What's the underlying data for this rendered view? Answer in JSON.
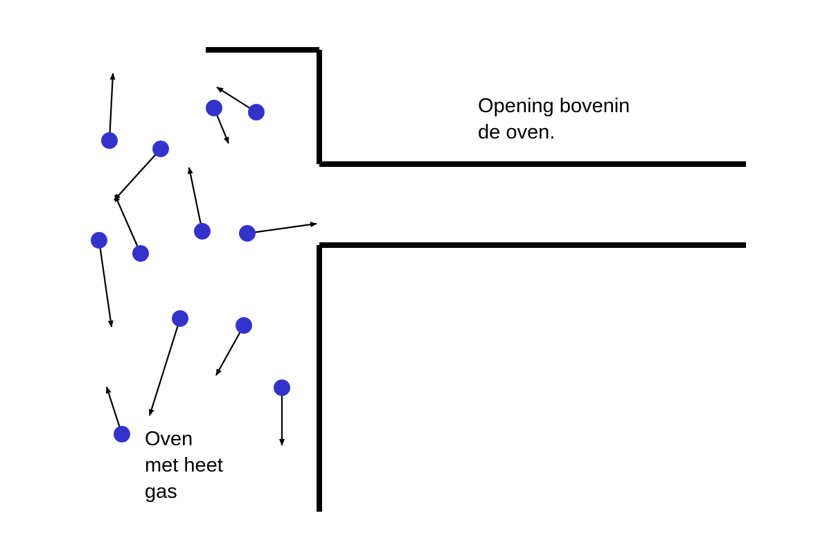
{
  "labels": {
    "opening": [
      "Opening bovenin",
      "de oven."
    ],
    "oven": [
      "Oven",
      "met heet",
      "gas"
    ]
  },
  "colors": {
    "molecule": "#3333cc",
    "wall": "#000000",
    "arrow": "#000000"
  }
}
